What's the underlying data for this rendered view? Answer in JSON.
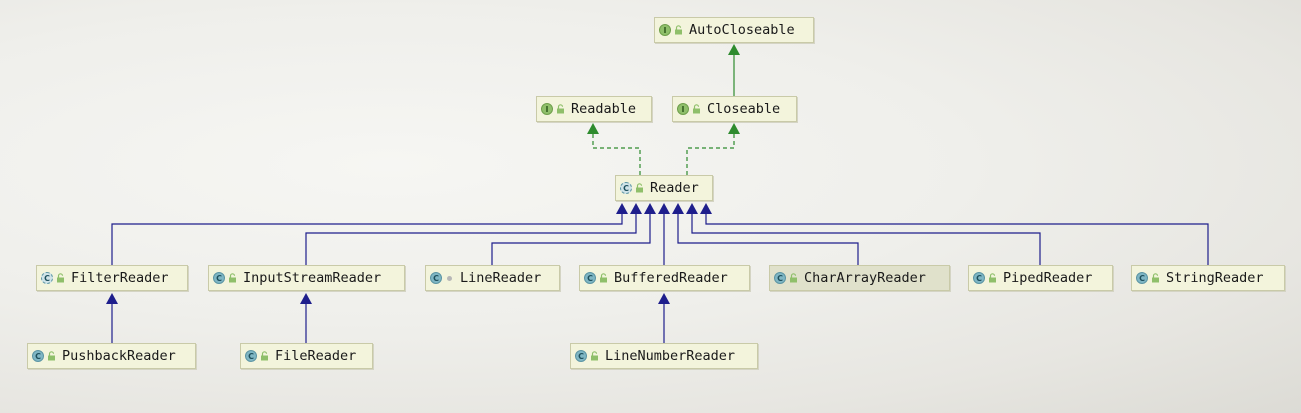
{
  "nodes": {
    "autocloseable": {
      "label": "AutoCloseable",
      "kind": "I"
    },
    "readable": {
      "label": "Readable",
      "kind": "I"
    },
    "closeable": {
      "label": "Closeable",
      "kind": "I"
    },
    "reader": {
      "label": "Reader",
      "kind": "C"
    },
    "filterreader": {
      "label": "FilterReader",
      "kind": "C"
    },
    "inputstreamreader": {
      "label": "InputStreamReader",
      "kind": "C"
    },
    "linereader": {
      "label": "LineReader",
      "kind": "C"
    },
    "bufferedreader": {
      "label": "BufferedReader",
      "kind": "C"
    },
    "chararrayreader": {
      "label": "CharArrayReader",
      "kind": "C"
    },
    "pipedreader": {
      "label": "PipedReader",
      "kind": "C"
    },
    "stringreader": {
      "label": "StringReader",
      "kind": "C"
    },
    "pushbackreader": {
      "label": "PushbackReader",
      "kind": "C"
    },
    "filereader": {
      "label": "FileReader",
      "kind": "C"
    },
    "linenumberreader": {
      "label": "LineNumberReader",
      "kind": "C"
    }
  },
  "colors": {
    "implements_edge": "#2e8b2e",
    "extends_edge": "#1e1e8c"
  }
}
